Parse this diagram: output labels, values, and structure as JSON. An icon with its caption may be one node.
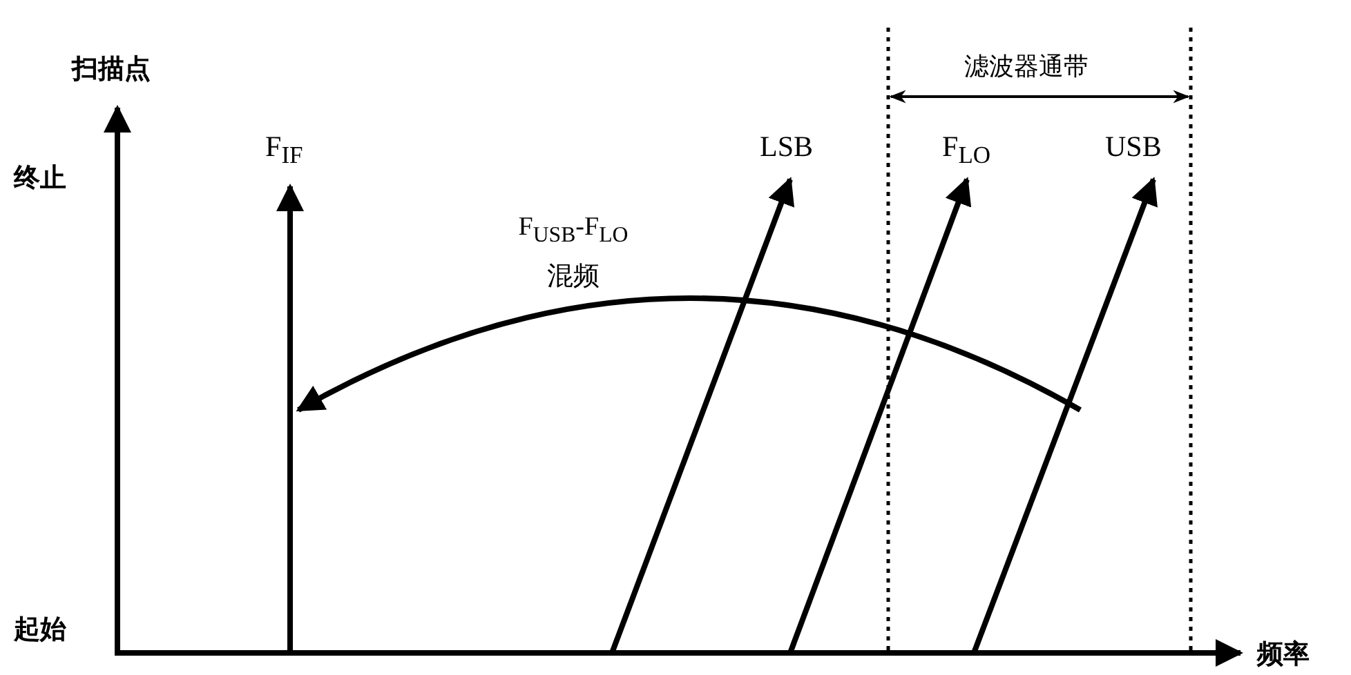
{
  "diagram": {
    "labels": [
      "扫描点",
      "滤波器通带",
      "终止",
      "F$_{IF}$",
      "LSB",
      "F$_{LO}$",
      "USB",
      "F$_{USB}$-F$_{LO}$ 混频",
      "起始",
      "频率"
    ]
  }
}
